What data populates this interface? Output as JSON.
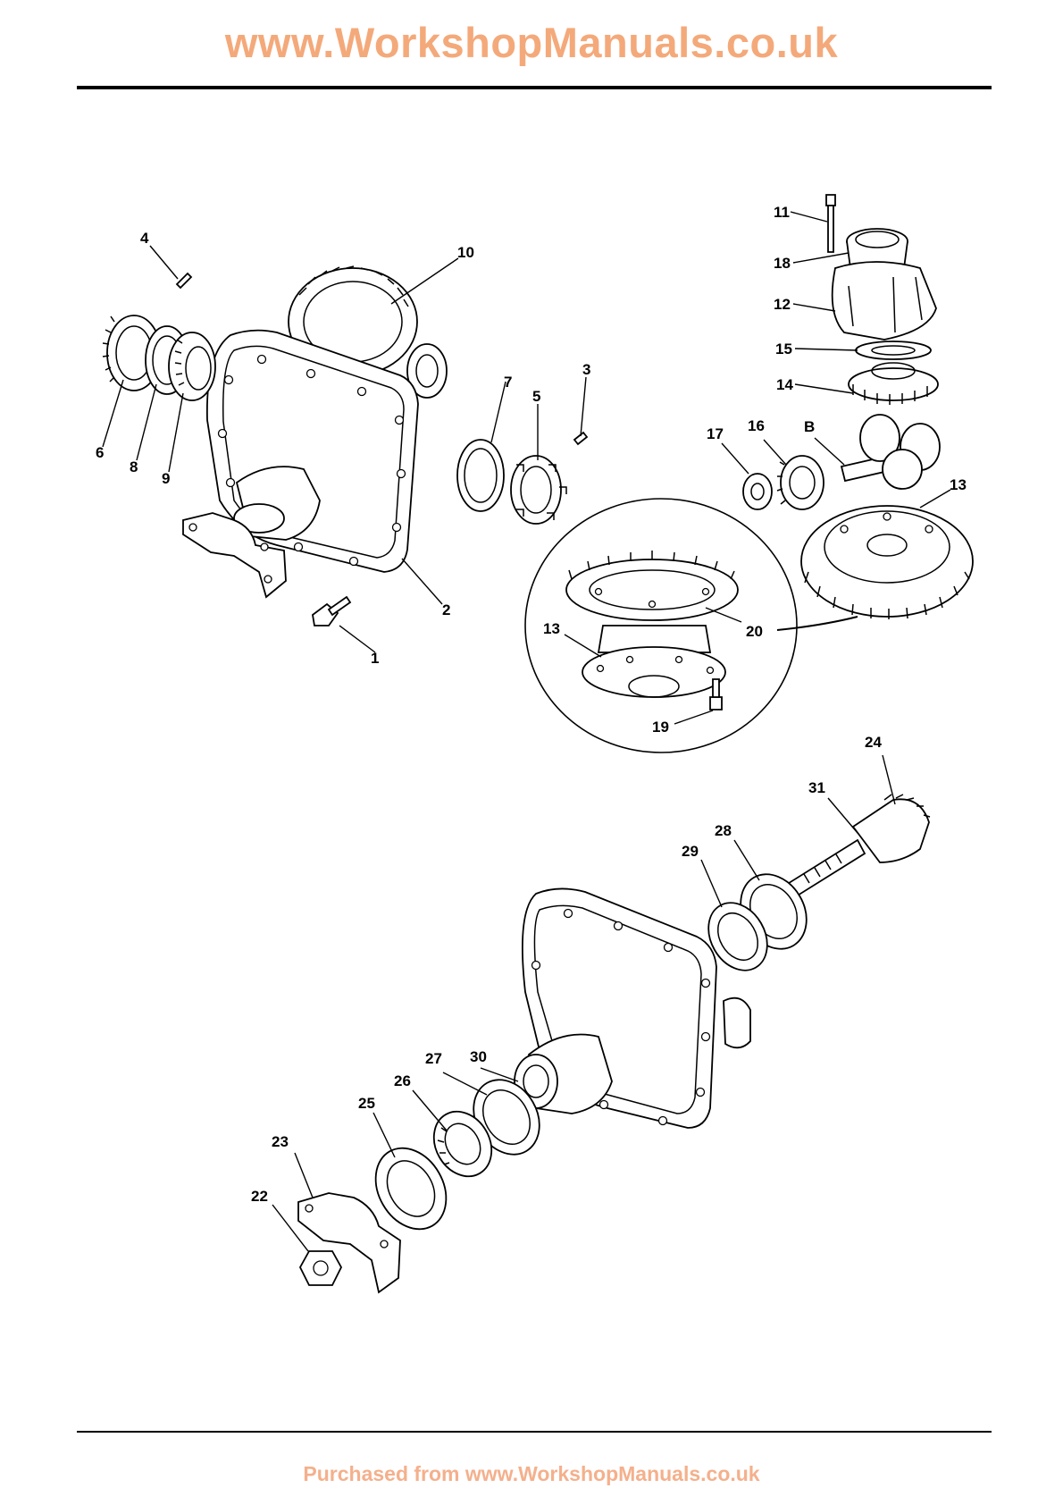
{
  "header": {
    "title": "www.WorkshopManuals.co.uk",
    "color": "#f4a97a"
  },
  "footer": {
    "text": "Purchased from www.WorkshopManuals.co.uk",
    "color": "#f4b08c"
  },
  "diagram": {
    "callouts": [
      "1",
      "2",
      "3",
      "4",
      "5",
      "6",
      "7",
      "8",
      "9",
      "10",
      "11",
      "12",
      "13",
      "14",
      "15",
      "16",
      "17",
      "18",
      "B",
      "13",
      "20",
      "19",
      "24",
      "31",
      "28",
      "29",
      "27",
      "30",
      "26",
      "25",
      "23",
      "22"
    ]
  }
}
